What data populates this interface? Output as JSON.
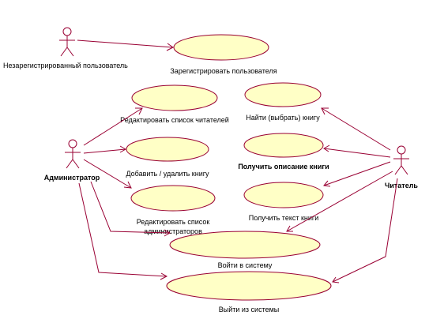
{
  "actors": {
    "guest": "Незарегистрированный пользователь",
    "admin": "Администратор",
    "reader": "Читатель"
  },
  "use_cases": {
    "register": "Зарегистрировать пользователя",
    "edit_readers": "Редактировать список читателей",
    "add_remove_book": "Добавить / удалить книгу",
    "edit_admins_line1": "Редактировать список",
    "edit_admins_line2": "администраторов",
    "find_book": "Найти (выбрать) книгу",
    "get_description": "Получить описание книги",
    "get_text": "Получить текст книги",
    "login": "Войти в систему",
    "logout": "Выйти из системы"
  },
  "colors": {
    "line": "#990033",
    "usecase_fill": "#ffffc6"
  }
}
